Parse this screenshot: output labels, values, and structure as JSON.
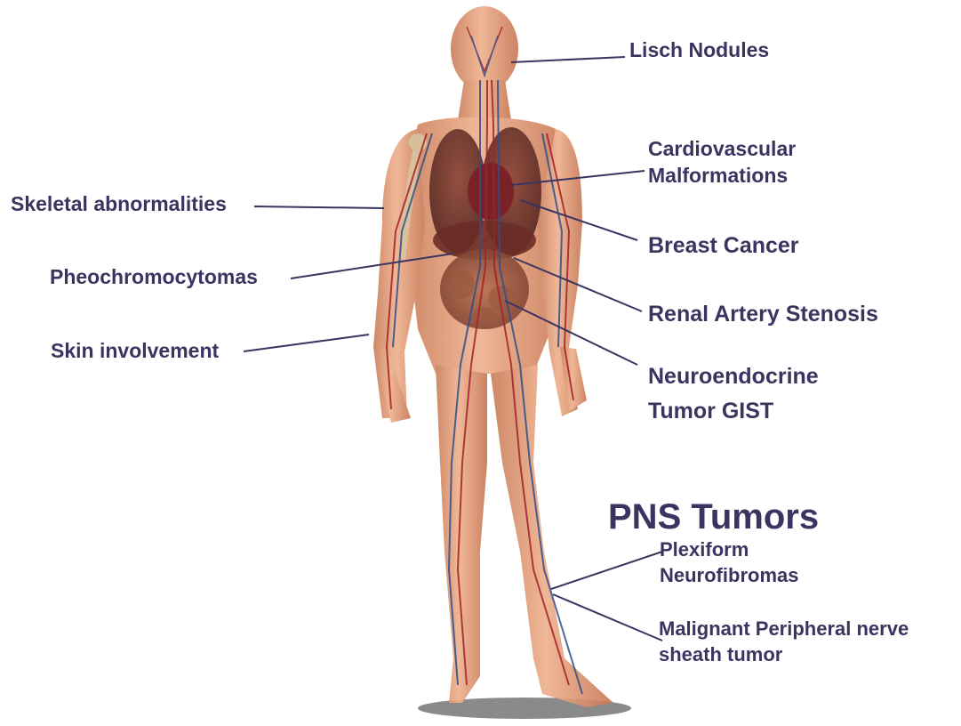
{
  "colors": {
    "label_text": "#3a3560",
    "leader_line": "#3a3560",
    "skin": "#e6a47f",
    "skin_shadow": "#cf8560",
    "organ_dark": "#5a2a26",
    "organ_mid": "#7a3a30",
    "bone": "#d8c7a2",
    "artery": "#a3222a",
    "vein": "#2f4f8a",
    "background": "#ffffff"
  },
  "labels": {
    "lisch_nodules": "Lisch Nodules",
    "cardiovascular_1": "Cardiovascular",
    "cardiovascular_2": "Malformations",
    "skeletal": "Skeletal abnormalities",
    "breast_cancer": "Breast Cancer",
    "pheochromocytomas": "Pheochromocytomas",
    "renal_artery": "Renal Artery Stenosis",
    "skin": "Skin involvement",
    "neuroendocrine_1": "Neuroendocrine",
    "neuroendocrine_2": "Tumor GIST",
    "pns_heading": "PNS Tumors",
    "plexiform_1": "Plexiform",
    "plexiform_2": "Neurofibromas",
    "mpnst_1": "Malignant Peripheral nerve",
    "mpnst_2": "sheath tumor"
  },
  "icons": {
    "figure": "human-anatomy-figure-icon"
  }
}
